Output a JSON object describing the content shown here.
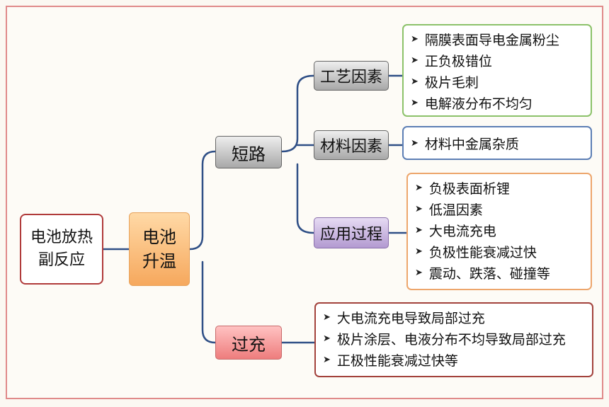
{
  "root": {
    "line1": "电池放热",
    "line2": "副反应"
  },
  "rise": {
    "line1": "电池",
    "line2": "升温"
  },
  "short_circuit": {
    "label": "短路",
    "process": {
      "label": "工艺因素",
      "items": [
        "隔膜表面导电金属粉尘",
        "正负极错位",
        "极片毛刺",
        "电解液分布不均匀"
      ]
    },
    "material": {
      "label": "材料因素",
      "items": [
        "材料中金属杂质"
      ]
    },
    "application": {
      "label": "应用过程",
      "items": [
        "负极表面析锂",
        "低温因素",
        "大电流充电",
        "负极性能衰减过快",
        "震动、跌落、碰撞等"
      ]
    }
  },
  "overcharge": {
    "label": "过充",
    "items": [
      "大电流充电导致局部过充",
      "极片涂层、电液分布不均导致局部过充",
      "正极性能衰减过快等"
    ]
  },
  "colors": {
    "connector": "#2f4f86",
    "frame": "#e08a8a"
  },
  "icons": {
    "bullet": "arrow-right-icon"
  }
}
